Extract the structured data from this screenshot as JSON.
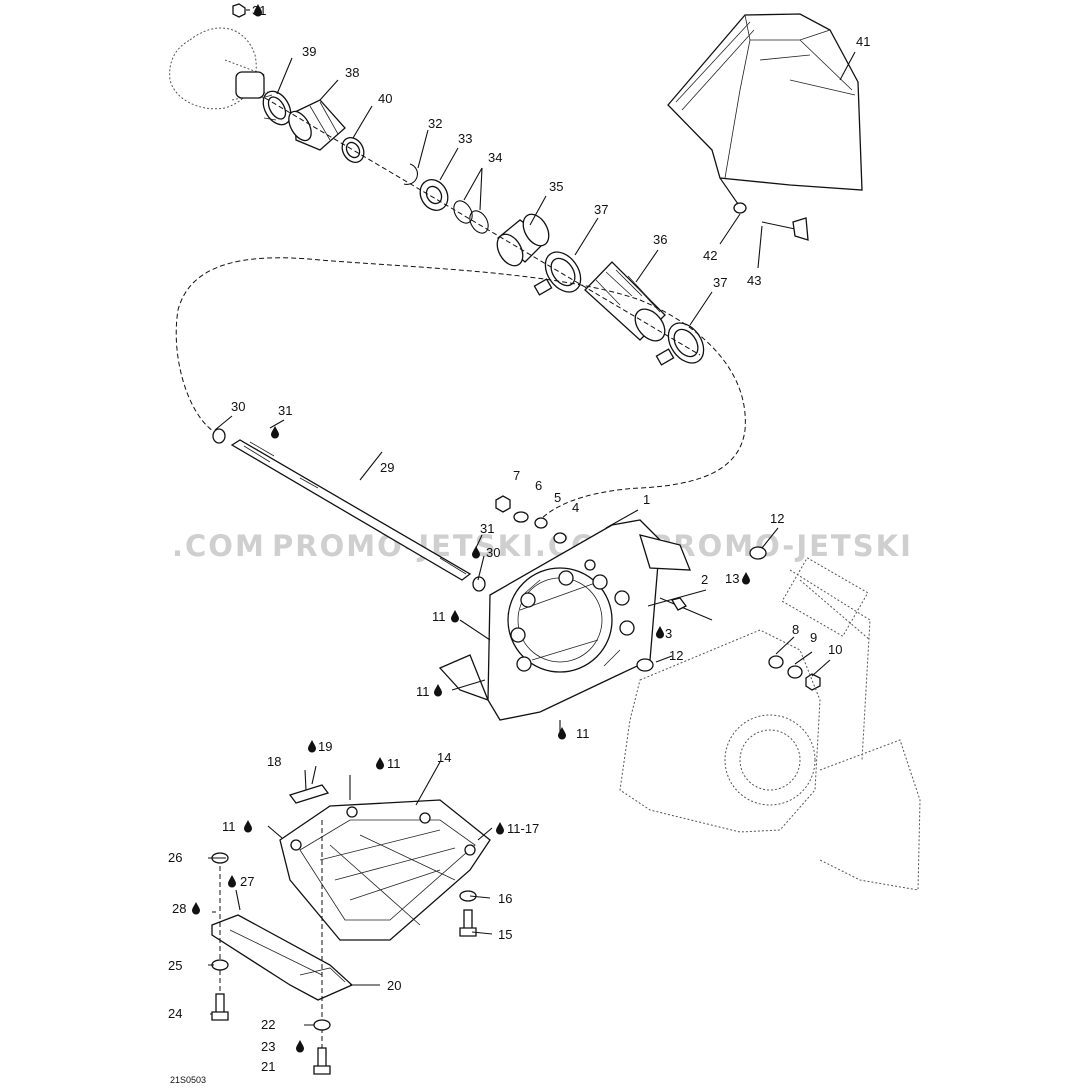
{
  "watermark": {
    "left_text": ".COM",
    "middle_text": "PROMO-JETSKI.COM",
    "right_text": "PROMO-JETSKI"
  },
  "drawing_code": "21S0503",
  "callouts": {
    "c1": "1",
    "c2": "2",
    "c3": "3",
    "c4": "4",
    "c5": "5",
    "c6": "6",
    "c7": "7",
    "c8": "8",
    "c9": "9",
    "c10": "10",
    "c11_a": "11",
    "c11_b": "11",
    "c11_c": "11",
    "c11_d": "11",
    "c11_e": "11",
    "c11_17": "11-17",
    "c12_a": "12",
    "c12_b": "12",
    "c13": "13",
    "c14": "14",
    "c15": "15",
    "c16": "16",
    "c18": "18",
    "c19": "19",
    "c20": "20",
    "c21": "21",
    "c22": "22",
    "c23": "23",
    "c24": "24",
    "c25": "25",
    "c26": "26",
    "c27": "27",
    "c28": "28",
    "c29": "29",
    "c30_a": "30",
    "c30_b": "30",
    "c31_a": "31",
    "c31_b": "31",
    "c31_c": "31",
    "c32": "32",
    "c33": "33",
    "c34": "34",
    "c35": "35",
    "c36": "36",
    "c37_a": "37",
    "c37_b": "37",
    "c38": "38",
    "c39": "39",
    "c40": "40",
    "c41": "41",
    "c42": "42",
    "c43": "43"
  },
  "icons": {
    "lubricant": "oil-drop-icon"
  }
}
